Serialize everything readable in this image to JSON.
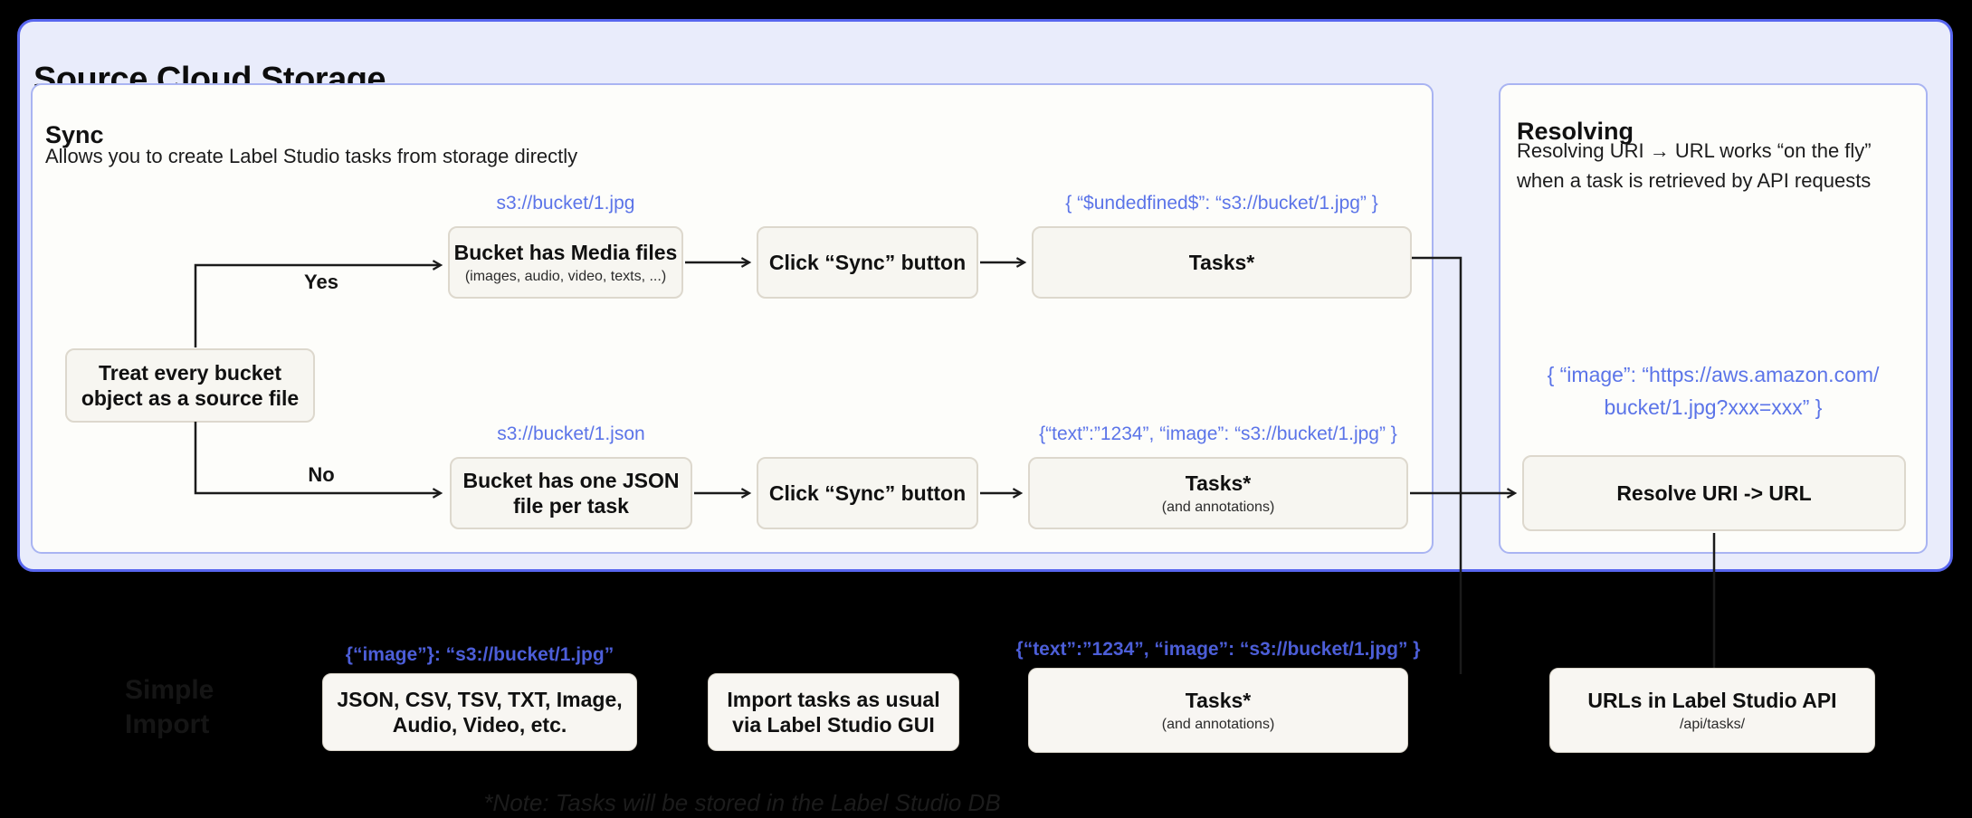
{
  "title": "Source Cloud Storage",
  "colors": {
    "accent_blue": "#5b74e8",
    "accent_blue_dark": "#4c5ed8",
    "outer_panel_bg": "#e9ecfb",
    "outer_panel_border": "#5866ef",
    "inner_panel_border": "#a9b4f2",
    "node_bg": "#f7f6f1",
    "node_border": "#ddd8cd",
    "background": "#000000"
  },
  "sync": {
    "title": "Sync",
    "subtitle": "Allows you to create Label Studio tasks from storage directly",
    "decision_label": "Treat every bucket\nobject as a source file",
    "yes_label": "Yes",
    "no_label": "No",
    "media_row": {
      "uri": "s3://bucket/1.jpg",
      "bucket_title": "Bucket has Media files",
      "bucket_note": "(images, audio, video, texts, ...)",
      "sync_button": "Click “Sync” button",
      "tasks_json": "{ “$undedfined$”: “s3://bucket/1.jpg” }",
      "tasks_title": "Tasks*"
    },
    "json_row": {
      "uri": "s3://bucket/1.json",
      "bucket_title": "Bucket has one JSON\nfile per task",
      "sync_button": "Click “Sync” button",
      "tasks_json": "{“text”:”1234”,  “image”: “s3://bucket/1.jpg” }",
      "tasks_title": "Tasks*",
      "tasks_note": "(and annotations)"
    }
  },
  "resolving": {
    "title": "Resolving",
    "description": "Resolving URI → URL works “on the fly”\nwhen a task is retrieved by API requests",
    "result_json": "{ “image”: “https://aws.amazon.com/\nbucket/1.jpg?xxx=xxx” }",
    "resolve_label": "Resolve URI -> URL"
  },
  "import_section": {
    "ghost_title": "Simple\nImport",
    "formats_json": "{“image”}: “s3://bucket/1.jpg”",
    "formats_label": "JSON, CSV, TSV, TXT, Image,\nAudio, Video, etc.",
    "gui_label": "Import tasks as usual\nvia Label Studio GUI",
    "tasks_json": "{“text”:”1234”,  “image”: “s3://bucket/1.jpg” }",
    "tasks_title": "Tasks*",
    "tasks_note": "(and annotations)",
    "api_title": "URLs in Label Studio API",
    "api_note": "/api/tasks/",
    "footnote": "*Note: Tasks will be stored in the Label Studio DB"
  }
}
